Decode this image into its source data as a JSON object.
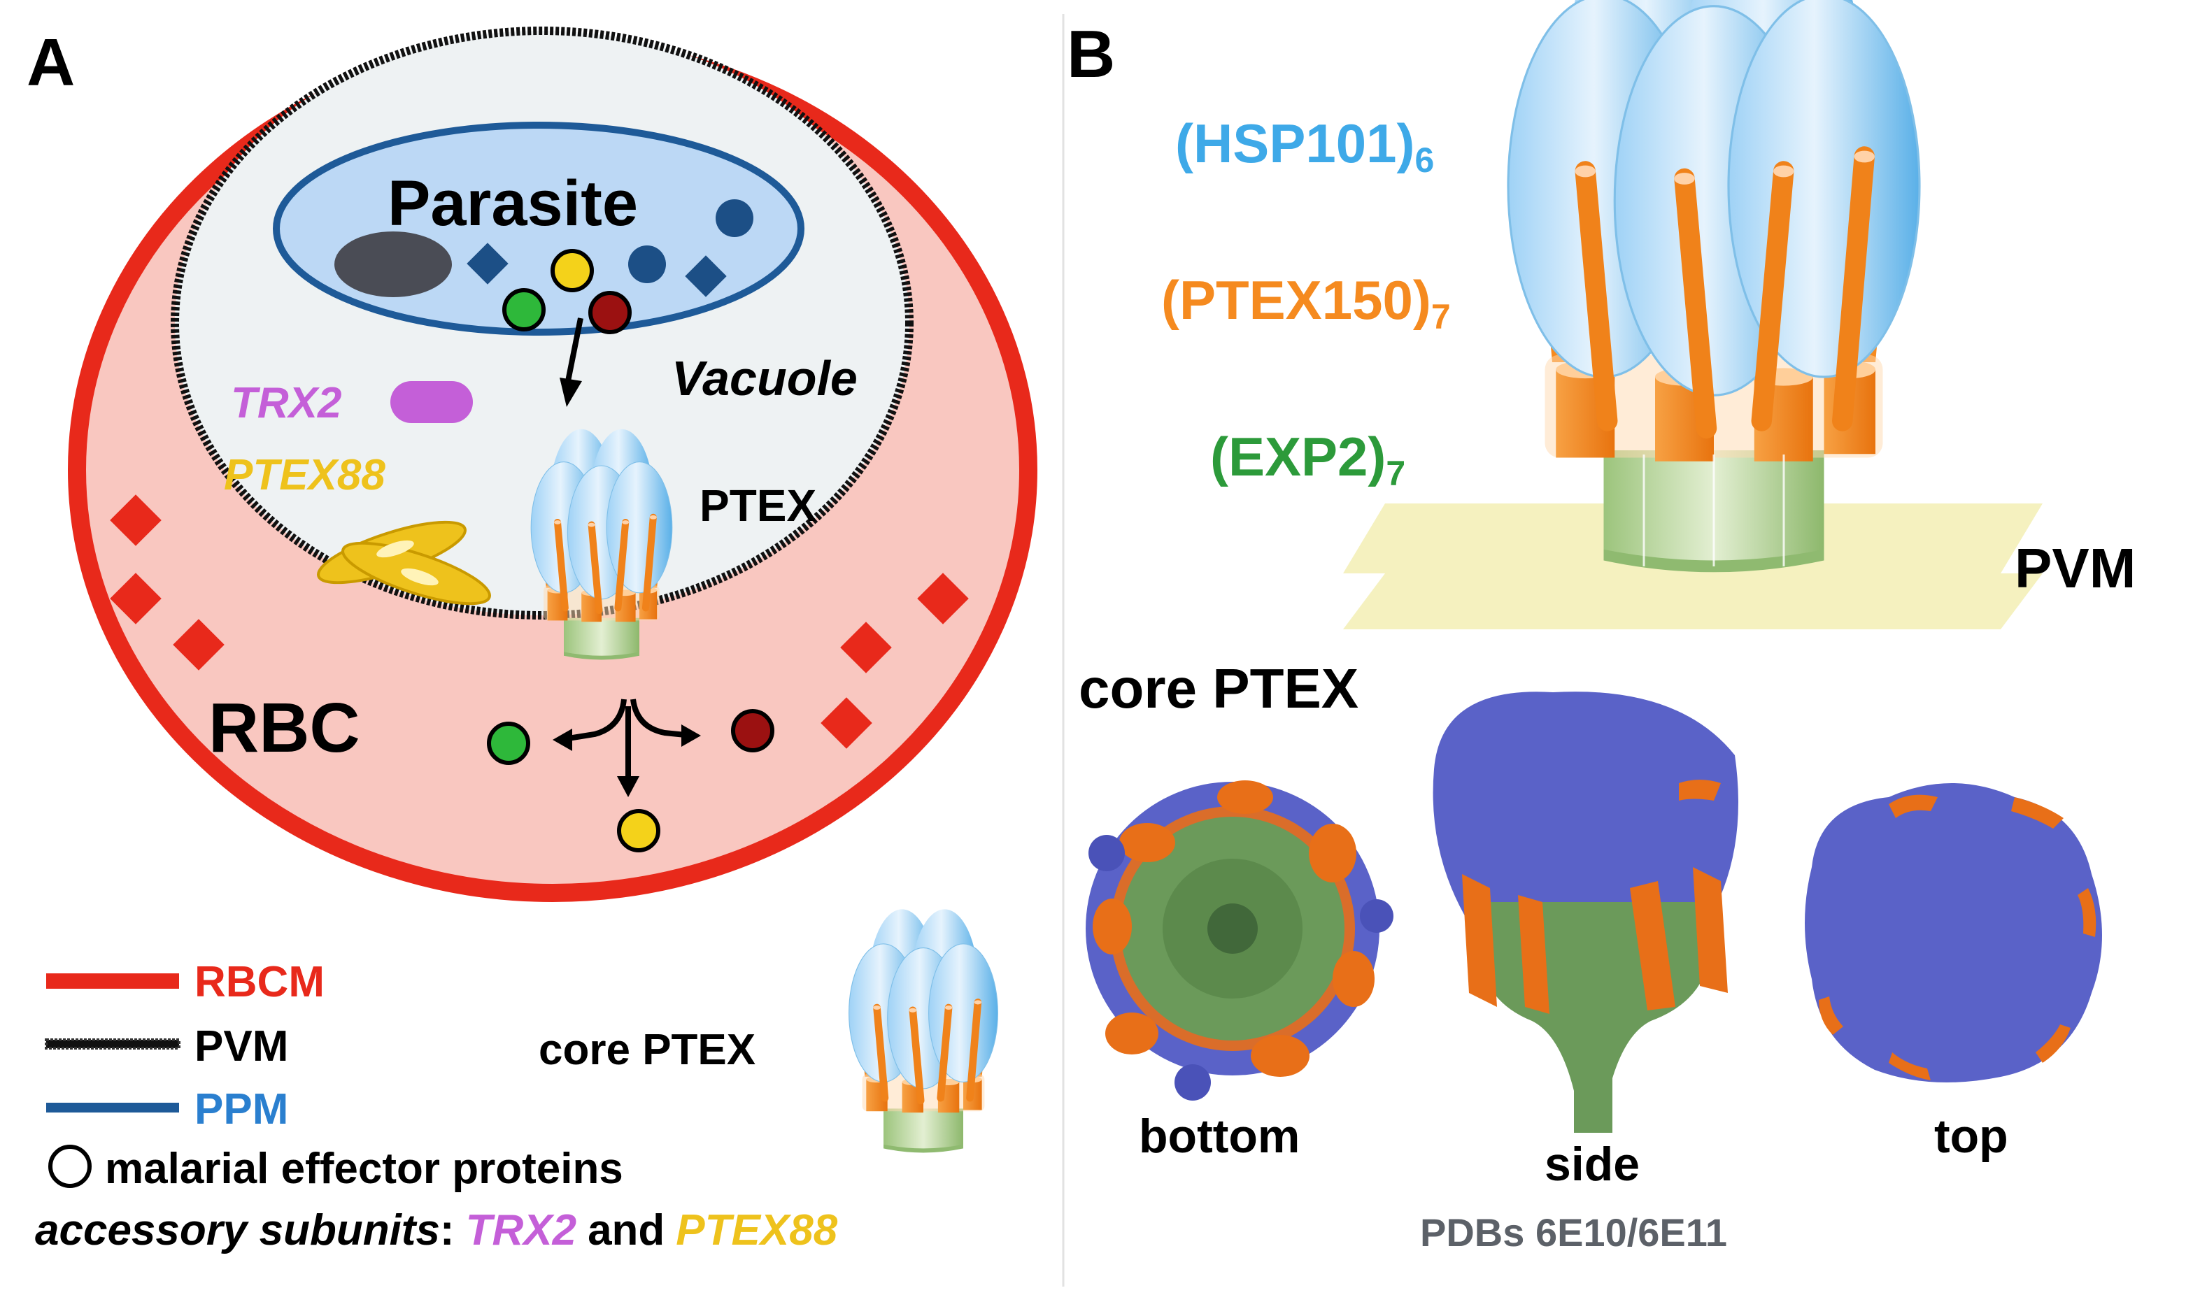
{
  "panel_a": {
    "letter": "A",
    "parasite_label": "Parasite",
    "vacuole_label": "Vacuole",
    "rbc_label": "RBC",
    "trx2_label": "TRX2",
    "ptex88_label": "PTEX88",
    "ptex_label": "PTEX",
    "legend": {
      "rbcm": "RBCM",
      "pvm": "PVM",
      "ppm": "PPM",
      "effector": "malarial effector proteins",
      "accessory_prefix": "accessory subunits",
      "accessory_colon": ":",
      "accessory_trx2": "TRX2",
      "accessory_and": "and",
      "accessory_ptex88": "PTEX88",
      "core_ptex": "core PTEX"
    }
  },
  "panel_b": {
    "letter": "B",
    "hsp101": "(HSP101)",
    "hsp101_sub": "6",
    "ptex150": "(PTEX150)",
    "ptex150_sub": "7",
    "exp2": "(EXP2)",
    "exp2_sub": "7",
    "pvm": "PVM",
    "core_ptex": "core PTEX",
    "views": [
      "bottom",
      "side",
      "top"
    ],
    "pdb_caption": "PDBs 6E10/6E11"
  },
  "colors": {
    "rbc_membrane": "#e8291b",
    "rbc_fill": "#f9c7c0",
    "parasite_fill": "#bcd8f5",
    "parasite_border": "#1e5a98",
    "vacuole_fill": "#eef2f3",
    "hsp101": "#3ea9e8",
    "ptex150": "#f58a1f",
    "exp2": "#2c9a3a",
    "trx2": "#c45fd8",
    "ptex88": "#eec21c",
    "ppm_label": "#2a7fcf",
    "pdb_gray": "#5c6168",
    "surface_blue": "#5a62c8",
    "surface_orange": "#e86f18",
    "surface_green": "#6b9a5a"
  }
}
